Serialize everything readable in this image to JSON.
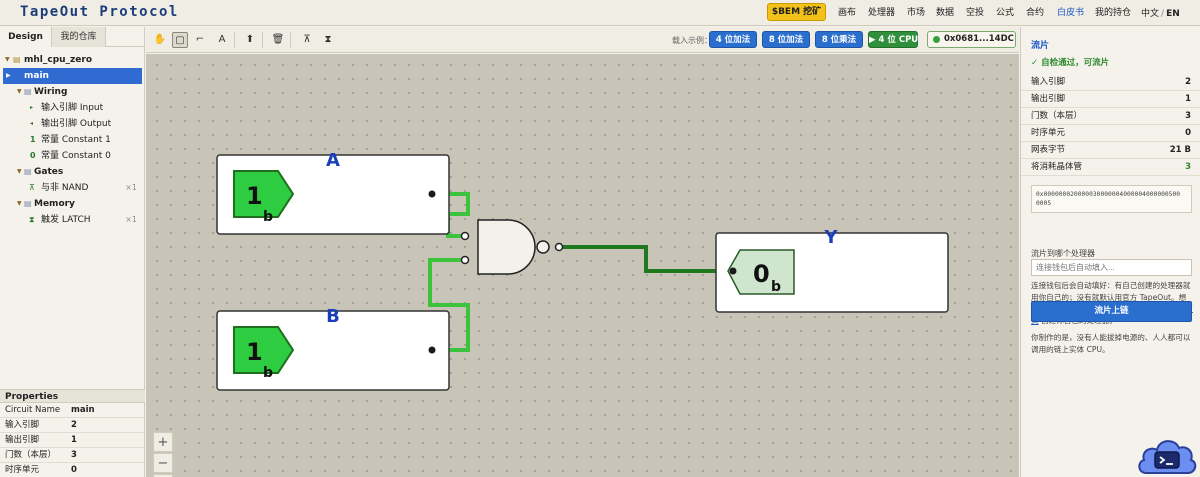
{
  "app": {
    "logo": "TapeOut Protocol"
  },
  "topbar": {
    "bem_button": "$BEM 挖矿",
    "nav": [
      {
        "label": "画布",
        "active": false
      },
      {
        "label": "处理器",
        "active": false
      },
      {
        "label": "市场",
        "active": false
      },
      {
        "label": "数据",
        "active": false
      },
      {
        "label": "空投",
        "active": false
      },
      {
        "label": "公式",
        "active": false
      },
      {
        "label": "合约",
        "active": false
      },
      {
        "label": "白皮书",
        "active": true
      },
      {
        "label": "我的持仓",
        "active": false
      }
    ],
    "lang_zh": "中文",
    "lang_sep": "/",
    "lang_en": "EN"
  },
  "left_panel": {
    "tab_design": "Design",
    "tab_repo": "我的仓库",
    "tree": {
      "project": "mhl_cpu_zero",
      "main": "main",
      "wiring": "Wiring",
      "input": "输入引脚 Input",
      "output": "输出引脚 Output",
      "const1_glyph": "1",
      "const1": "常量 Constant 1",
      "const0_glyph": "0",
      "const0": "常量 Constant 0",
      "gates": "Gates",
      "nand_glyph": "⊼",
      "nand": "与非 NAND",
      "nand_count": "×1",
      "memory": "Memory",
      "latch_glyph": "⧗",
      "latch": "触发 LATCH",
      "latch_count": "×1"
    },
    "properties": {
      "title": "Properties",
      "rows": [
        {
          "k": "Circuit Name",
          "v": "main"
        },
        {
          "k": "输入引脚",
          "v": "2"
        },
        {
          "k": "输出引脚",
          "v": "1"
        },
        {
          "k": "门数（本层）",
          "v": "3"
        },
        {
          "k": "时序单元",
          "v": "0"
        }
      ]
    }
  },
  "toolbar": {
    "tools": {
      "hand": "✋",
      "select": "▢",
      "wire": "⌐",
      "text": "A",
      "pin": "⬆",
      "delete": "🗑",
      "nand": "⊼",
      "latch": "⧗"
    },
    "examples_label": "载入示例：",
    "examples": [
      "4 位加法",
      "8 位加法",
      "8 位乘法",
      "▶ 4 位 CPU"
    ],
    "address": "0x0681...14DC"
  },
  "canvas": {
    "inputs": [
      {
        "name": "A",
        "value": "1",
        "sub": "b"
      },
      {
        "name": "B",
        "value": "1",
        "sub": "b"
      }
    ],
    "output": {
      "name": "Y",
      "value": "0",
      "sub": "b"
    },
    "zoom": {
      "plus": "+",
      "minus": "−",
      "fit": "⛶"
    }
  },
  "right_panel": {
    "title": "流片",
    "status": "✓ 自检通过，可流片",
    "stats": [
      {
        "k": "输入引脚",
        "v": "2"
      },
      {
        "k": "输出引脚",
        "v": "1"
      },
      {
        "k": "门数（本层）",
        "v": "3"
      },
      {
        "k": "时序单元",
        "v": "0"
      },
      {
        "k": "网表字节",
        "v": "21 B"
      },
      {
        "k": "将消耗晶体管",
        "v": "3"
      }
    ],
    "netlist_hex": "0x000000020000030000004000004000000500 0005",
    "target_label": "流片到哪个处理器",
    "target_placeholder": "连接钱包后自动填入...",
    "desc_before": "连接钱包后会自动填好：有自己创建的处理器就用你自己的；没有就默认用官方 TapeOut。想流片到别处，直接改这里的地址即可。也可到 ",
    "desc_link": "首页",
    "desc_after": " 创建你自己的处理器。",
    "tapeout_button": "流片上链",
    "footer": "你制作的是，没有人能拔掉电源的、人人都可以调用的链上实体 CPU。"
  },
  "colors": {
    "accent_blue": "#2b6fce",
    "wire_on": "#3bc43b",
    "wire_off": "#1f7a1f",
    "pin_on": "#2ecc40",
    "pin_off": "#cfe5cd"
  }
}
